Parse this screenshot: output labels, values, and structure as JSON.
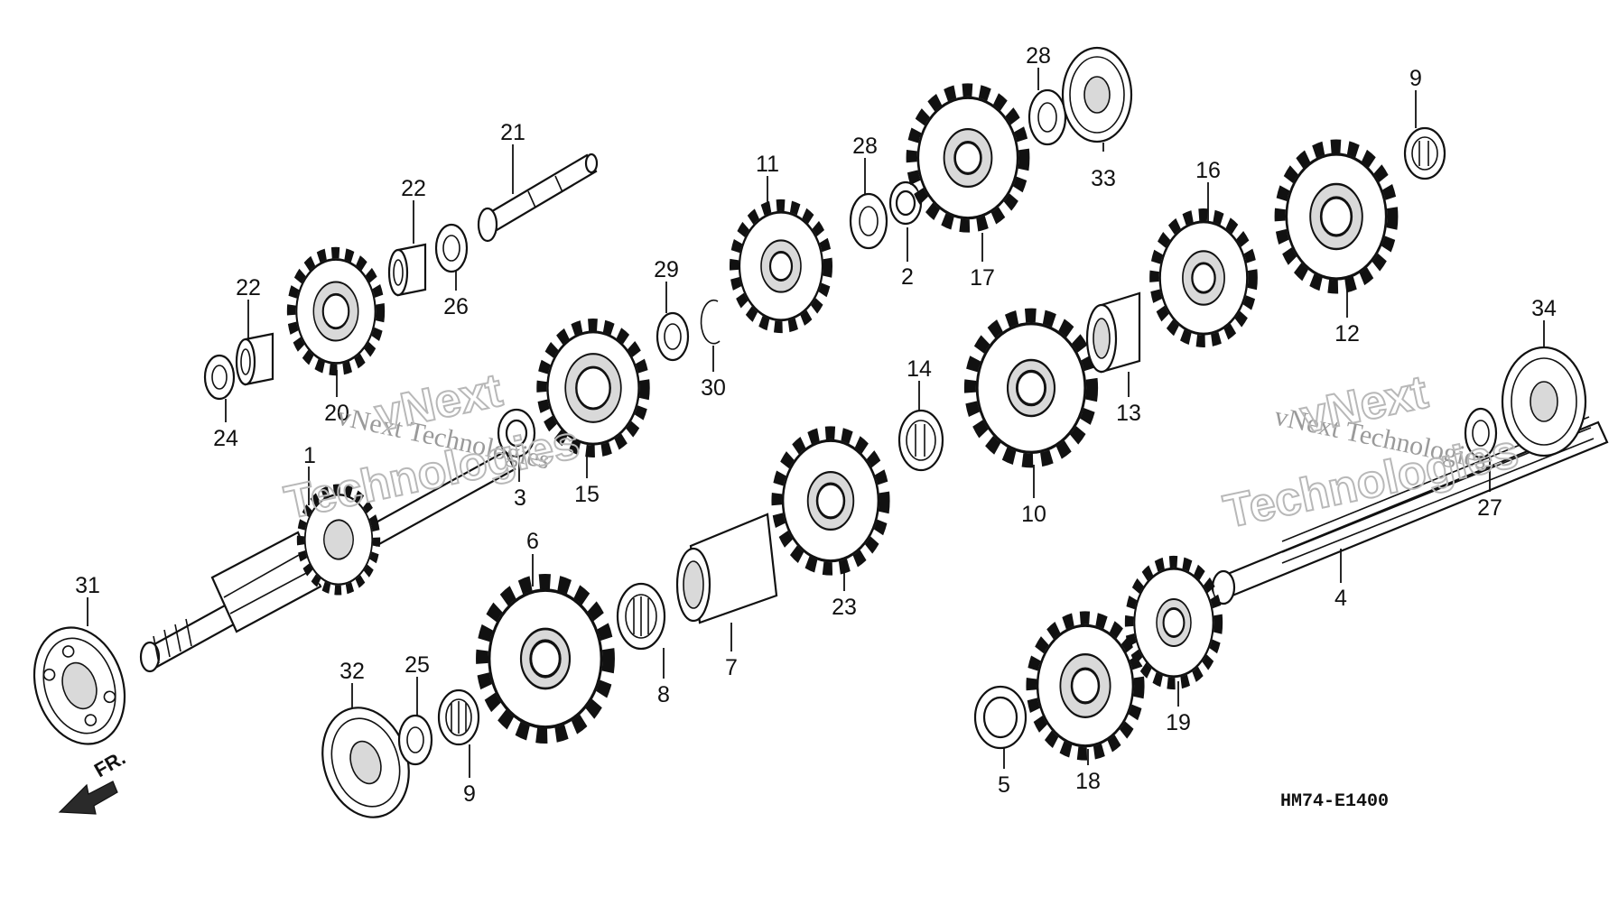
{
  "callouts": [
    "1",
    "2",
    "3",
    "4",
    "5",
    "6",
    "7",
    "8",
    "9",
    "9",
    "10",
    "11",
    "12",
    "13",
    "14",
    "15",
    "16",
    "17",
    "18",
    "19",
    "20",
    "21",
    "22",
    "22",
    "23",
    "24",
    "25",
    "26",
    "27",
    "28",
    "28",
    "29",
    "30",
    "31",
    "32",
    "33",
    "34"
  ],
  "diagram_code": "HM74-E1400",
  "front_label": "FR.",
  "watermark": {
    "line1": "vNext Technologies",
    "word_a": "vNext",
    "word_b": "Technologies"
  }
}
